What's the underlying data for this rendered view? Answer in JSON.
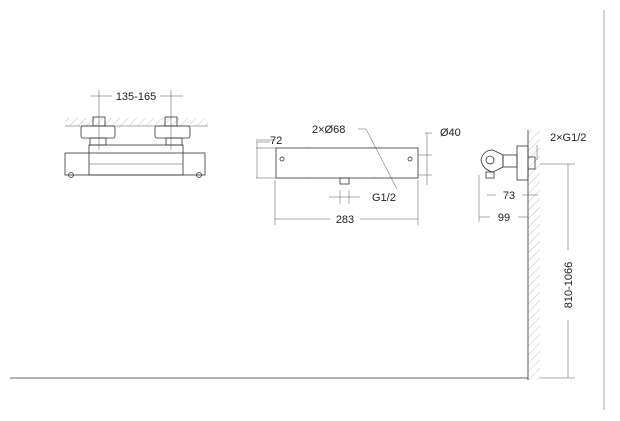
{
  "dimensions": {
    "ceiling_spacing": "135-165",
    "diameter_handles": "2×Ø68",
    "height_72": "72",
    "diameter_40": "Ø40",
    "outlet_thread": "G1/2",
    "width_283": "283",
    "inlet_threads": "2×G1/2",
    "depth_73": "73",
    "depth_99": "99",
    "mount_height": "810-1066"
  },
  "colors": {
    "line": "#333333",
    "background": "#ffffff"
  }
}
